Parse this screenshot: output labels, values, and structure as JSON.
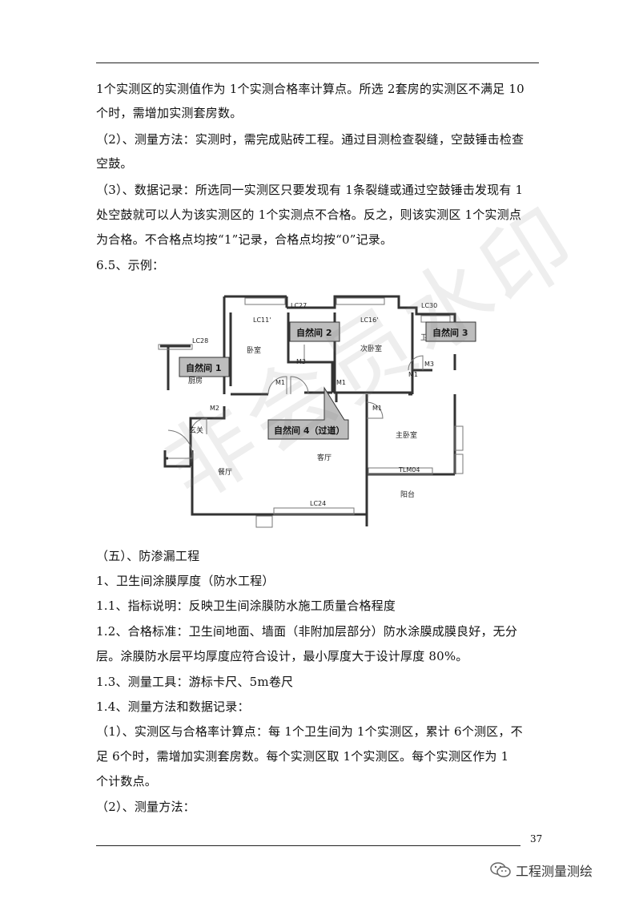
{
  "lines": [
    "1个实测区的实测值作为 1个实测合格率计算点。所选 2套房的实测区不满足 10",
    "个时，需增加实测套房数。",
    "（2）、测量方法：实测时，需完成贴砖工程。通过目测检查裂缝，空鼓锤击检查",
    "空鼓。",
    "（3）、数据记录：所选同一实测区只要发现有 1条裂缝或通过空鼓锤击发现有 1",
    "处空鼓就可以人为该实测区的 1个实测点不合格。反之，则该实测区 1个实测点",
    "为合格。不合格点均按“1”记录，合格点均按“0”记录。",
    "6.5、示例："
  ],
  "lines2": [
    "（五）、防渗漏工程",
    "1、卫生间涂膜厚度（防水工程）",
    "1.1、指标说明：反映卫生间涂膜防水施工质量合格程度",
    "1.2、合格标准：卫生间地面、墙面（非附加层部分）防水涂膜成膜良好，无分",
    "层。涂膜防水层平均厚度应符合设计，最小厚度大于设计厚度 80%。",
    "1.3、测量工具：游标卡尺、5m卷尺",
    "1.4、测量方法和数据记录：",
    "（1）、实测区与合格率计算点：每 1个卫生间为 1个实测区，累计 6个测区，不",
    "足 6个时，需增加实测套房数。每个实测区取 1个实测区。每个实测区作为 1",
    "个计数点。",
    "（2）、测量方法："
  ],
  "floorplan": {
    "boxes": [
      "自然间 1",
      "自然间 2",
      "自然间 3",
      "自然间 4（过道）"
    ],
    "rooms": [
      "卧室",
      "次卧室",
      "卫生",
      "厨房",
      "玄关",
      "餐厅",
      "客厅",
      "主卧室",
      "阳台"
    ],
    "codes": [
      "LC28",
      "LC11'",
      "LC27",
      "LC16'",
      "LC30",
      "LC24",
      "TLM04",
      "M1",
      "M1",
      "M1",
      "M1",
      "M2",
      "M3",
      "M3"
    ]
  },
  "watermark": "非会员水印",
  "page_number": "37",
  "brand": "工程测量测绘"
}
